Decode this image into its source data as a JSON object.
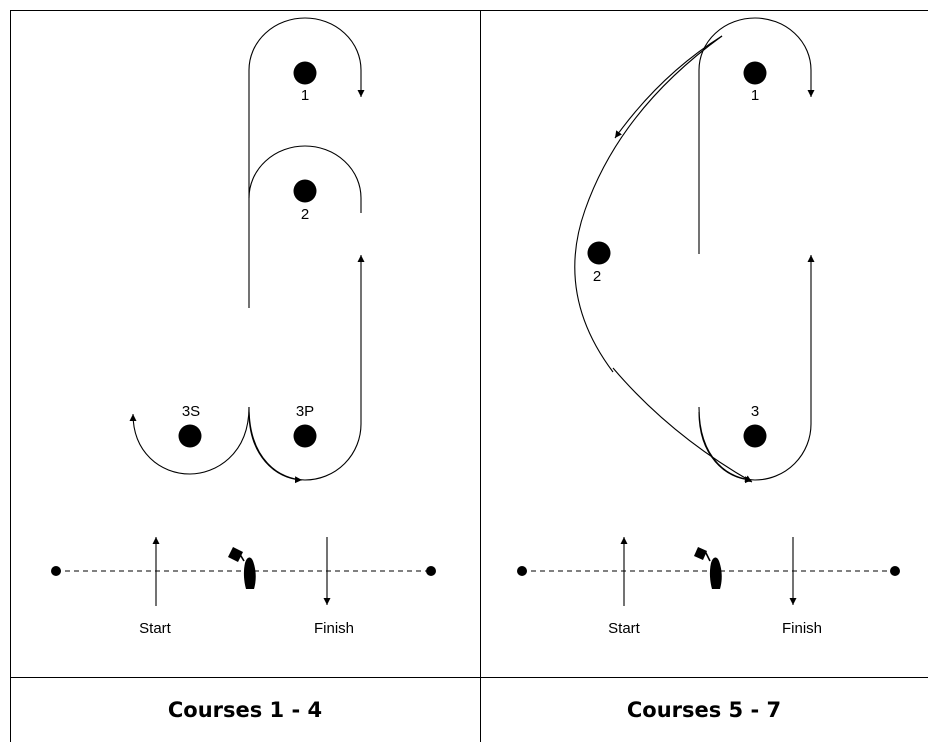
{
  "panels": [
    {
      "caption": "Courses 1 - 4",
      "marks": [
        "1",
        "2",
        "3S",
        "3P"
      ],
      "line_labels": {
        "start": "Start",
        "finish": "Finish"
      }
    },
    {
      "caption": "Courses 5 - 7",
      "marks": [
        "1",
        "2",
        "3"
      ],
      "line_labels": {
        "start": "Start",
        "finish": "Finish"
      }
    }
  ],
  "colors": {
    "ink": "#000000",
    "background": "#ffffff"
  }
}
